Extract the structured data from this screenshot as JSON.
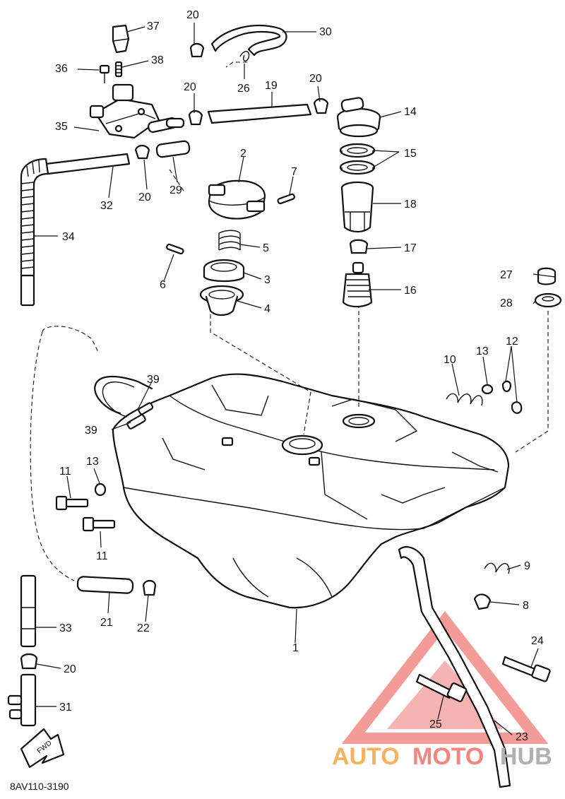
{
  "diagram": {
    "code": "8AV110-3190",
    "fwd_label": "FWD",
    "part_numbers": [
      "1",
      "2",
      "3",
      "4",
      "5",
      "6",
      "7",
      "8",
      "9",
      "10",
      "11",
      "12",
      "13",
      "14",
      "15",
      "16",
      "17",
      "18",
      "19",
      "20",
      "21",
      "22",
      "23",
      "24",
      "25",
      "26",
      "27",
      "28",
      "29",
      "30",
      "31",
      "32",
      "33",
      "34",
      "35",
      "36",
      "37",
      "38",
      "39"
    ],
    "callouts": [
      {
        "id": "c37",
        "text": "37"
      },
      {
        "id": "c20a",
        "text": "20"
      },
      {
        "id": "c30",
        "text": "30"
      },
      {
        "id": "c36",
        "text": "36"
      },
      {
        "id": "c38",
        "text": "38"
      },
      {
        "id": "c26",
        "text": "26"
      },
      {
        "id": "c20b",
        "text": "20"
      },
      {
        "id": "c19",
        "text": "19"
      },
      {
        "id": "c20c",
        "text": "20"
      },
      {
        "id": "c14",
        "text": "14"
      },
      {
        "id": "c35",
        "text": "35"
      },
      {
        "id": "c15",
        "text": "15"
      },
      {
        "id": "c2",
        "text": "2"
      },
      {
        "id": "c7",
        "text": "7"
      },
      {
        "id": "c32",
        "text": "32"
      },
      {
        "id": "c20d",
        "text": "20"
      },
      {
        "id": "c29",
        "text": "29"
      },
      {
        "id": "c18",
        "text": "18"
      },
      {
        "id": "c34",
        "text": "34"
      },
      {
        "id": "c5",
        "text": "5"
      },
      {
        "id": "c17",
        "text": "17"
      },
      {
        "id": "c3",
        "text": "3"
      },
      {
        "id": "c6",
        "text": "6"
      },
      {
        "id": "c16",
        "text": "16"
      },
      {
        "id": "c27",
        "text": "27"
      },
      {
        "id": "c4",
        "text": "4"
      },
      {
        "id": "c28",
        "text": "28"
      },
      {
        "id": "c10",
        "text": "10"
      },
      {
        "id": "c13a",
        "text": "13"
      },
      {
        "id": "c12",
        "text": "12"
      },
      {
        "id": "c39a",
        "text": "39"
      },
      {
        "id": "c39b",
        "text": "39"
      },
      {
        "id": "c11a",
        "text": "11"
      },
      {
        "id": "c13b",
        "text": "13"
      },
      {
        "id": "c11b",
        "text": "11"
      },
      {
        "id": "c9",
        "text": "9"
      },
      {
        "id": "c8",
        "text": "8"
      },
      {
        "id": "c33",
        "text": "33"
      },
      {
        "id": "c21",
        "text": "21"
      },
      {
        "id": "c22",
        "text": "22"
      },
      {
        "id": "c1",
        "text": "1"
      },
      {
        "id": "c24",
        "text": "24"
      },
      {
        "id": "c20e",
        "text": "20"
      },
      {
        "id": "c31",
        "text": "31"
      },
      {
        "id": "c25",
        "text": "25"
      },
      {
        "id": "c23",
        "text": "23"
      }
    ]
  },
  "watermark": {
    "text_auto": "AUTO",
    "text_moto": "MOTO",
    "text_hub": "HUB",
    "color_auto": "#f6b25f",
    "color_moto": "#f1857f",
    "color_hub": "#b0b0b0",
    "triangle_color": "#f08a86"
  }
}
